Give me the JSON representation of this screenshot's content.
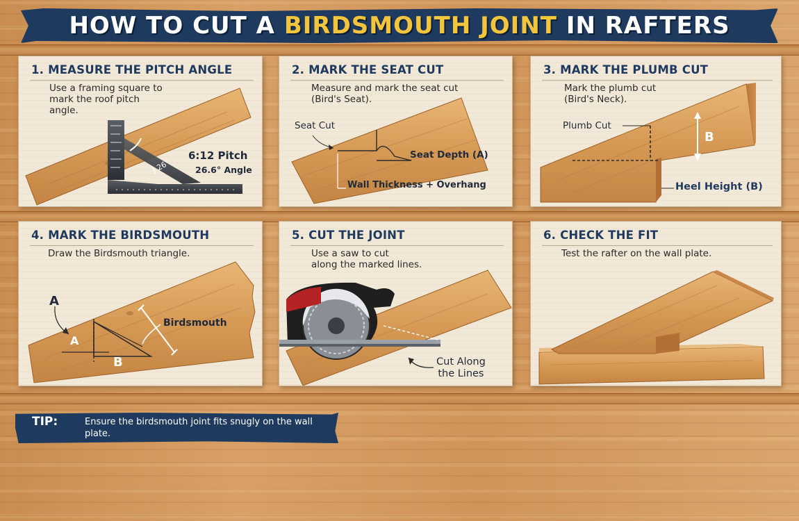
{
  "title": {
    "part1": "HOW TO CUT A",
    "highlight": "BIRDSMOUTH JOINT",
    "part2": "IN RAFTERS"
  },
  "steps": [
    {
      "title": "1. MEASURE THE PITCH ANGLE",
      "description": "Use a framing square to\nmark the roof pitch\nangle.",
      "labels": {
        "pitch": "6:12 Pitch",
        "angle": "26.6° Angle",
        "square_mark": "J 26°"
      }
    },
    {
      "title": "2. MARK THE SEAT CUT",
      "description": "Measure and mark the seat cut\n(Bird's Seat).",
      "labels": {
        "seat_cut": "Seat Cut",
        "seat_depth": "Seat Depth (A)",
        "wall": "Wall Thickness + Overhang"
      }
    },
    {
      "title": "3. MARK THE PLUMB CUT",
      "description": "Mark the plumb cut\n(Bird's Neck).",
      "labels": {
        "plumb_cut": "Plumb Cut",
        "b_marker": "B",
        "heel_height": "Heel Height (B)"
      }
    },
    {
      "title": "4. MARK THE BIRDSMOUTH",
      "description": "Draw the Birdsmouth triangle.",
      "labels": {
        "a_outer": "A",
        "a_inner": "A",
        "b": "B",
        "birdsmouth": "Birdsmouth"
      }
    },
    {
      "title": "5. CUT THE JOINT",
      "description": "Use a saw to cut\nalong the marked lines.",
      "labels": {
        "cut_along": "Cut Along\nthe Lines"
      }
    },
    {
      "title": "6. CHECK THE FIT",
      "description": "Test the rafter on the wall plate.",
      "labels": {}
    }
  ],
  "tip": {
    "label": "TIP:",
    "text": "Ensure the birdsmouth joint fits snugly on the wall plate."
  },
  "colors": {
    "navy": "#1f3a5f",
    "highlight_yellow": "#f2c53d",
    "wood": "#d79b54",
    "panel_bg": "#f2e8d8"
  }
}
